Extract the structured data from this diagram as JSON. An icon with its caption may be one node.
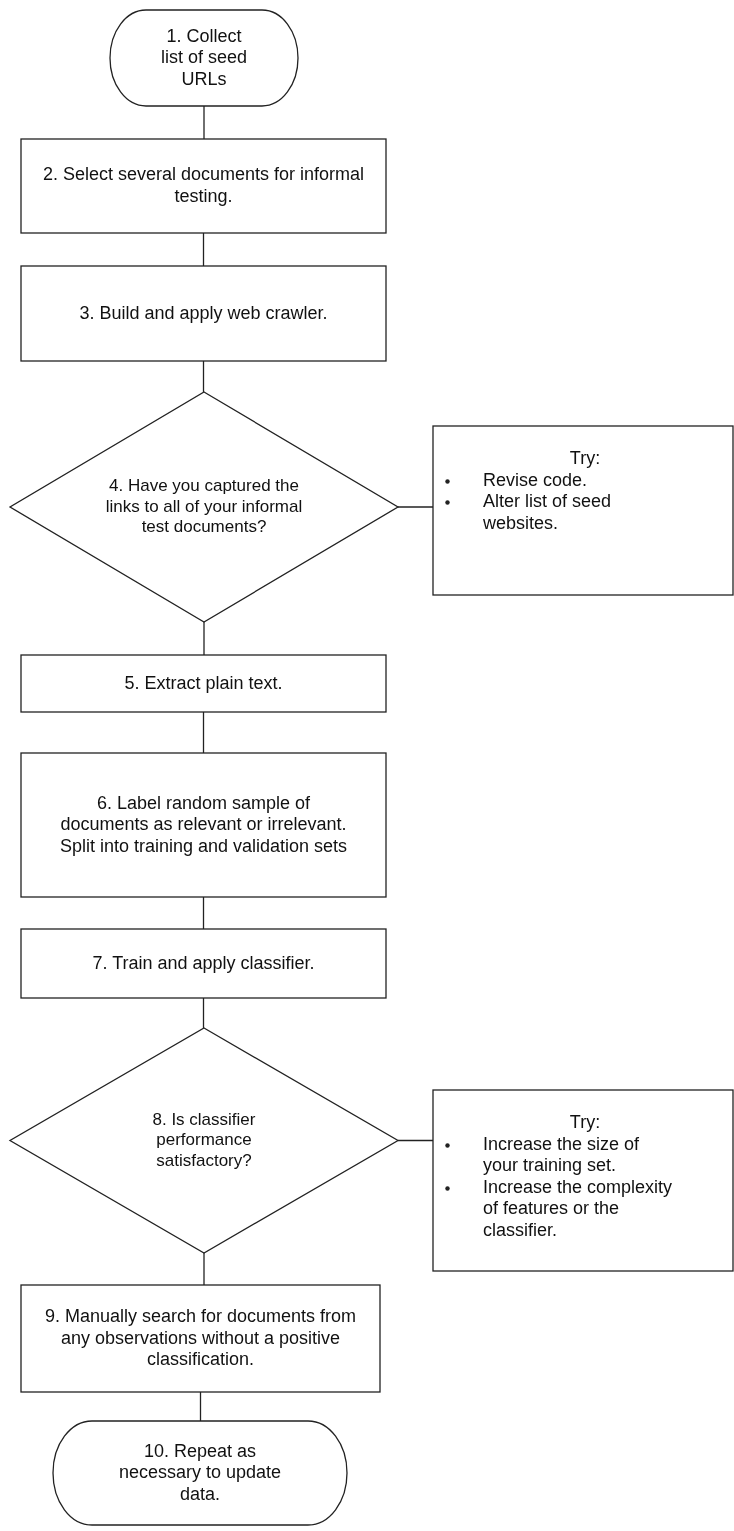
{
  "diagram": {
    "nodes": [
      {
        "text": [
          "1. Collect list of seed URLs"
        ]
      },
      {
        "text": [
          "2. Select several documents for informal testing."
        ]
      },
      {
        "text": [
          "3. Build and apply web crawler."
        ]
      },
      {
        "text": [
          "4. Have you captured the links to all of your informal test documents?"
        ]
      },
      {
        "text": [
          "Try:",
          "Revise code.",
          "Alter list of seed websites."
        ]
      },
      {
        "text": [
          "5. Extract plain text."
        ]
      },
      {
        "text": [
          "6. Label random sample of documents as relevant or irrelevant. Split into training and validation sets"
        ]
      },
      {
        "text": [
          "7. Train and apply classifier."
        ]
      },
      {
        "text": [
          "8. Is classifier performance satisfactory?"
        ]
      },
      {
        "text": [
          "Try:",
          "Increase the size of your training set.",
          "Increase the complexity of features or the classifier."
        ]
      },
      {
        "text": [
          "9. Manually search for documents from any observations without a positive classification."
        ]
      },
      {
        "text": [
          "10. Repeat as necessary to update data."
        ]
      }
    ],
    "edges": [
      {
        "from": 0,
        "to": 1,
        "arrow": "none"
      },
      {
        "from": 1,
        "to": 2,
        "arrow": "none"
      },
      {
        "from": 2,
        "to": 3,
        "arrow": "none"
      },
      {
        "from": 3,
        "to": 4,
        "arrow": "none"
      },
      {
        "from": 3,
        "to": 5,
        "arrow": "none"
      },
      {
        "from": 5,
        "to": 6,
        "arrow": "none"
      },
      {
        "from": 6,
        "to": 7,
        "arrow": "none"
      },
      {
        "from": 7,
        "to": 8,
        "arrow": "none"
      },
      {
        "from": 8,
        "to": 9,
        "arrow": "none"
      },
      {
        "from": 8,
        "to": 10,
        "arrow": "none"
      },
      {
        "from": 10,
        "to": 11,
        "arrow": "none"
      }
    ]
  }
}
